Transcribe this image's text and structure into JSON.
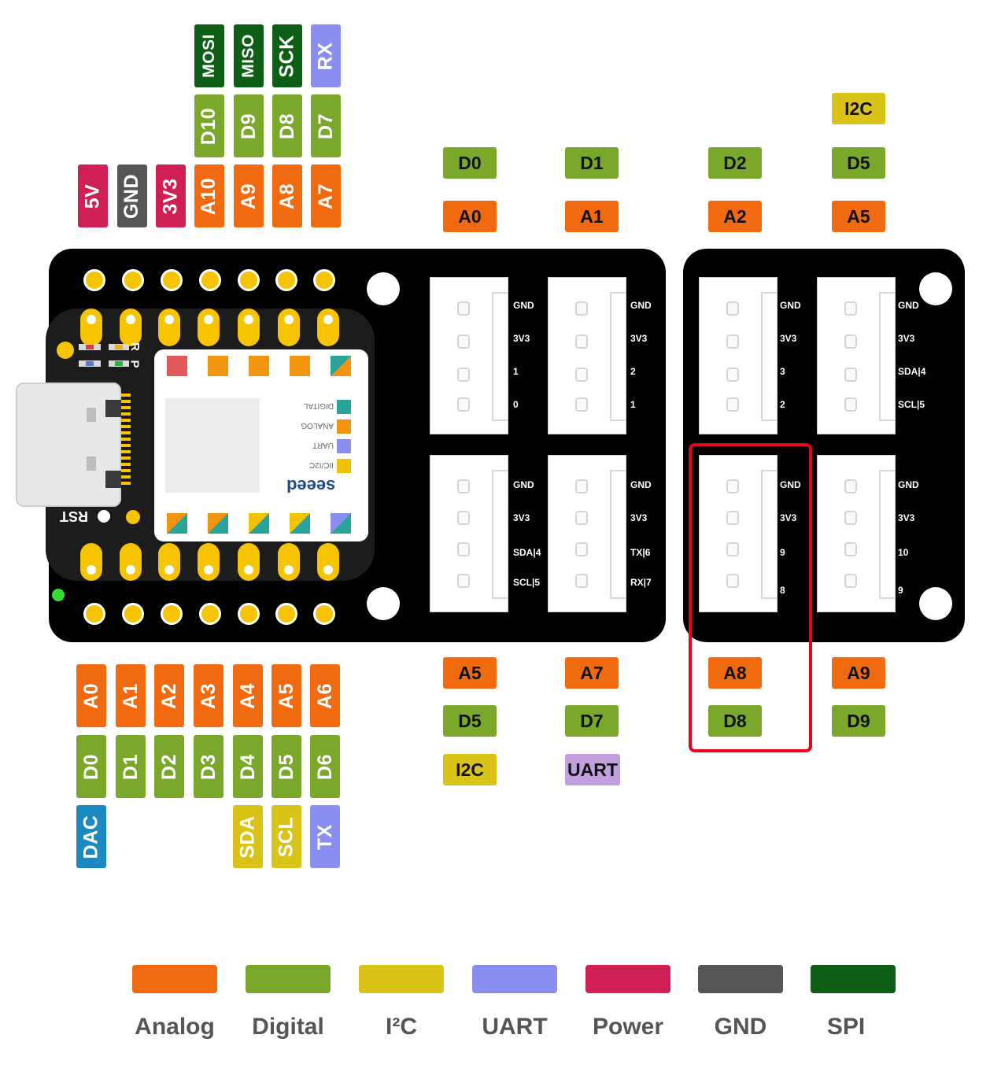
{
  "colors": {
    "analog": "#f26a10",
    "digital": "#7aa82a",
    "i2c": "#d9c318",
    "uart": "#8a8ef0",
    "power": "#cf1f55",
    "gnd": "#555555",
    "spi": "#0e5e16",
    "dac": "#1a8ac0",
    "highlight": "#e8001c"
  },
  "top_headers": {
    "col1": [
      "5V"
    ],
    "col2": [
      "GND"
    ],
    "col3": [
      "3V3"
    ],
    "col4": [
      "A10",
      "D10",
      "MOSI"
    ],
    "col5": [
      "A9",
      "D9",
      "MISO"
    ],
    "col6": [
      "A8",
      "D8",
      "SCK"
    ],
    "col7": [
      "A7",
      "D7",
      "RX"
    ]
  },
  "bottom_headers": {
    "col1": [
      "A0",
      "D0",
      "DAC"
    ],
    "col2": [
      "A1",
      "D1"
    ],
    "col3": [
      "A2",
      "D2"
    ],
    "col4": [
      "A3",
      "D3"
    ],
    "col5": [
      "A4",
      "D4",
      "SDA"
    ],
    "col6": [
      "A5",
      "D5",
      "SCL"
    ],
    "col7": [
      "A6",
      "D6",
      "TX"
    ]
  },
  "grove_top_tags": {
    "p1": [
      "D0",
      "A0"
    ],
    "p2": [
      "D1",
      "A1"
    ],
    "p3": [
      "D2",
      "A2"
    ],
    "p4": [
      "I2C",
      "D5",
      "A5"
    ]
  },
  "grove_bottom_tags": {
    "p1": [
      "A5",
      "D5",
      "I2C"
    ],
    "p2": [
      "A7",
      "D7",
      "UART"
    ],
    "p3": [
      "A8",
      "D8"
    ],
    "p4": [
      "A9",
      "D9"
    ]
  },
  "connectors": {
    "c1": [
      "GND",
      "3V3",
      "1",
      "0"
    ],
    "c2": [
      "GND",
      "3V3",
      "2",
      "1"
    ],
    "c3": [
      "GND",
      "3V3",
      "3",
      "2"
    ],
    "c4": [
      "GND",
      "3V3",
      "SDA|4",
      "SCL|5"
    ],
    "c5": [
      "GND",
      "3V3",
      "SDA|4",
      "SCL|5"
    ],
    "c6": [
      "GND",
      "3V3",
      "TX|6",
      "RX|7"
    ],
    "c7": [
      "GND",
      "3V3",
      "9",
      "8"
    ],
    "c8": [
      "GND",
      "3V3",
      "10",
      "9"
    ]
  },
  "module": {
    "rst_label": "RST",
    "brand": "seeed",
    "legend": [
      "DIGITAL",
      "ANALOG",
      "UART",
      "IIC/I2C"
    ],
    "led_r": "R",
    "led_p": "P"
  },
  "legend": [
    "Analog",
    "Digital",
    "I²C",
    "UART",
    "Power",
    "GND",
    "SPI"
  ]
}
